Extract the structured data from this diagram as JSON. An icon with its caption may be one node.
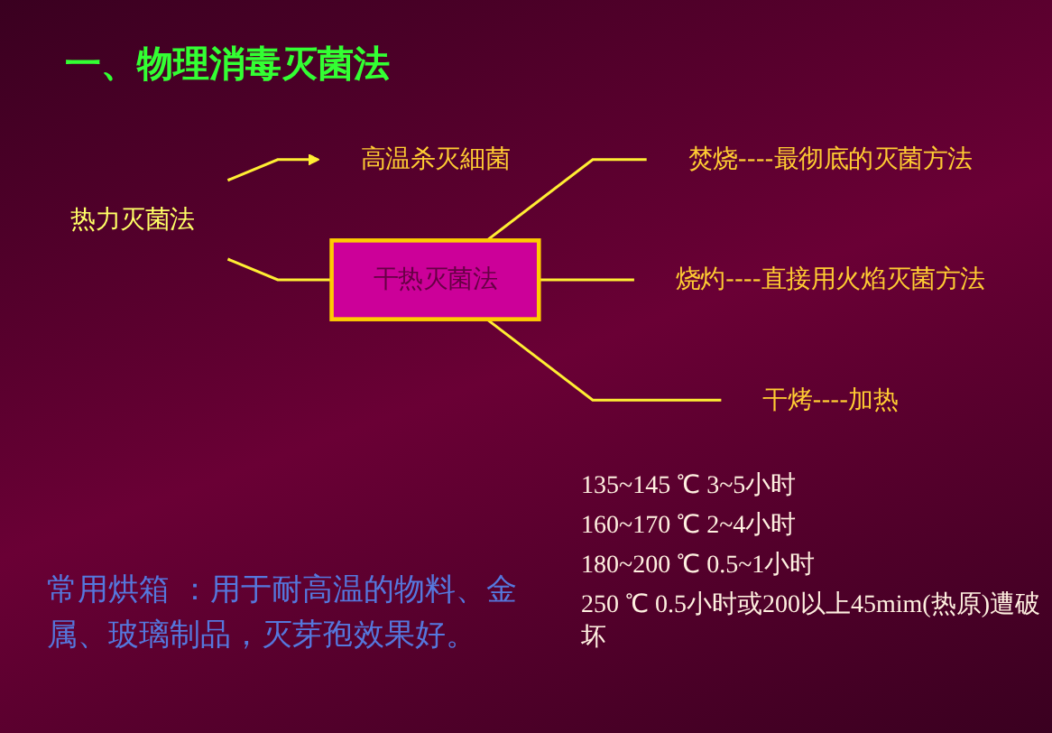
{
  "diagram": {
    "title": "一、物理消毒灭菌法",
    "nodes": [
      {
        "text": [
          "热力灭菌法"
        ]
      },
      {
        "text": [
          "高温杀灭細菌"
        ]
      },
      {
        "text": [
          "干热灭菌法"
        ]
      },
      {
        "text": [
          "焚烧----最彻底的灭菌方法"
        ]
      },
      {
        "text": [
          "烧灼----直接用火焰灭菌方法"
        ]
      },
      {
        "text": [
          "干烤----加热"
        ]
      }
    ],
    "edges": [
      {
        "from": 0,
        "to": 1,
        "arrow": "to"
      },
      {
        "from": 0,
        "to": 2,
        "arrow": "none"
      },
      {
        "from": 2,
        "to": 3,
        "arrow": "none"
      },
      {
        "from": 2,
        "to": 4,
        "arrow": "none"
      },
      {
        "from": 2,
        "to": 5,
        "arrow": "none"
      }
    ],
    "labels": [
      "135~145 ℃ 3~5小时",
      "160~170 ℃ 2~4小时",
      "常用烘箱 ：用于耐高温的物料、金属、玻璃制品，灭芽孢效果好。",
      "180~200 ℃ 0.5~1小时",
      "250 ℃ 0.5小时或200以上45mim(热原)遭破坏"
    ]
  }
}
